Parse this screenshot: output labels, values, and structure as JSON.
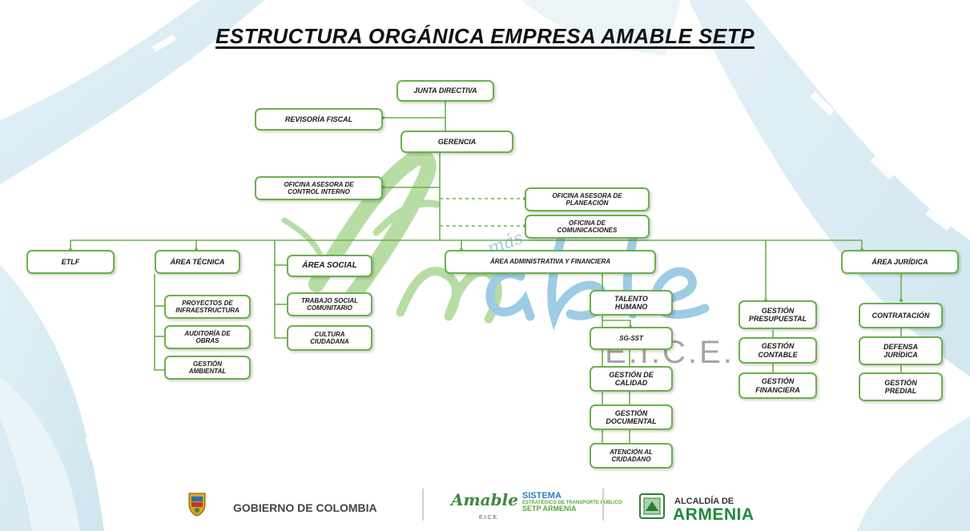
{
  "title": "ESTRUCTURA ORGÁNICA EMPRESA AMABLE SETP",
  "nodes": {
    "junta": "JUNTA DIRECTIVA",
    "revisoria": "REVISORÍA FISCAL",
    "gerencia": "GERENCIA",
    "control_interno": "OFICINA ASESORA DE\nCONTROL INTERNO",
    "planeacion": "OFICINA ASESORA DE\nPLANEACIÓN",
    "comunicaciones": "OFICINA DE\nCOMUNICACIONES",
    "etlf": "ETLF",
    "area_tecnica": "ÁREA TÉCNICA",
    "proyectos": "PROYECTOS DE\nINFRAESTRUCTURA",
    "auditoria": "AUDITORÍA DE\nOBRAS",
    "ambiental": "GESTIÓN\nAMBIENTAL",
    "area_social": "ÁREA SOCIAL",
    "trabajo_social": "TRABAJO SOCIAL\nCOMUNITARIO",
    "cultura": "CULTURA\nCIUDADANA",
    "area_admin": "ÁREA ADMINISTRATIVA Y FINANCIERA",
    "talento": "TALENTO\nHUMANO",
    "sgsst": "SG-SST",
    "calidad": "GESTIÓN DE\nCALIDAD",
    "documental": "GESTIÓN\nDOCUMENTAL",
    "atencion": "ATENCIÓN AL\nCIUDADANO",
    "presupuestal": "GESTIÓN\nPRESUPUESTAL",
    "contable": "GESTIÓN\nCONTABLE",
    "financiera": "GESTIÓN\nFINANCIERA",
    "area_juridica": "ÁREA JURÍDICA",
    "contratacion": "CONTRATACIÓN",
    "defensa": "DEFENSA\nJURÍDICA",
    "predial": "GESTIÓN\nPREDIAL"
  },
  "watermark": {
    "script": "Amable",
    "small": "más",
    "letters": "E.I.C.E."
  },
  "footer": {
    "gobierno": "GOBIERNO DE COLOMBIA",
    "amable_logo": "Amable",
    "amable_small": "E.I.C.E.",
    "setp_line1": "SISTEMA",
    "setp_line2": "ESTRATÉGICO DE TRANSPORTE PÚBLICO",
    "setp_line3": "SETP ARMENIA",
    "alcaldia_de": "ALCALDÍA DE",
    "armenia": "ARMENIA"
  },
  "colors": {
    "line": "#6ab04c",
    "box_border": "#6ab04c",
    "road_blue": "#cfe6f0",
    "brand_green": "#58a83a",
    "brand_blue": "#2b7dbd"
  }
}
